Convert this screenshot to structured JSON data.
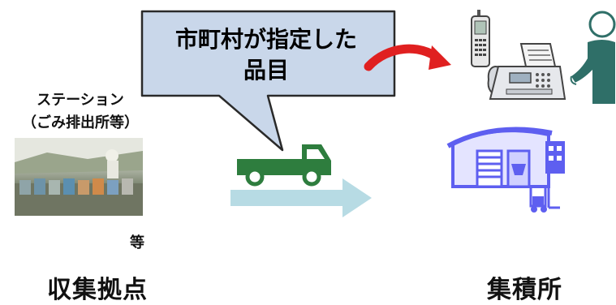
{
  "callout": {
    "line1": "市町村が指定した",
    "line2": "品目"
  },
  "station": {
    "line1": "ステーション",
    "line2": "（ごみ排出所等）",
    "etc": "等"
  },
  "labels": {
    "left": "収集拠点",
    "right": "集積所"
  },
  "colors": {
    "callout_fill": "#c9d7ea",
    "truck": "#2e7d3e",
    "flow_arrow": "#b7dbe4",
    "red_arrow": "#e02020",
    "warehouse": "#5e5ff0",
    "person": "#2f6f68",
    "office_equipment": "#9aa0aa"
  },
  "icons": {
    "truck": "truck-icon",
    "phone": "mobile-phone-icon",
    "fax": "fax-machine-icon",
    "person": "person-icon",
    "warehouse": "warehouse-icon",
    "forklift": "forklift-icon"
  }
}
